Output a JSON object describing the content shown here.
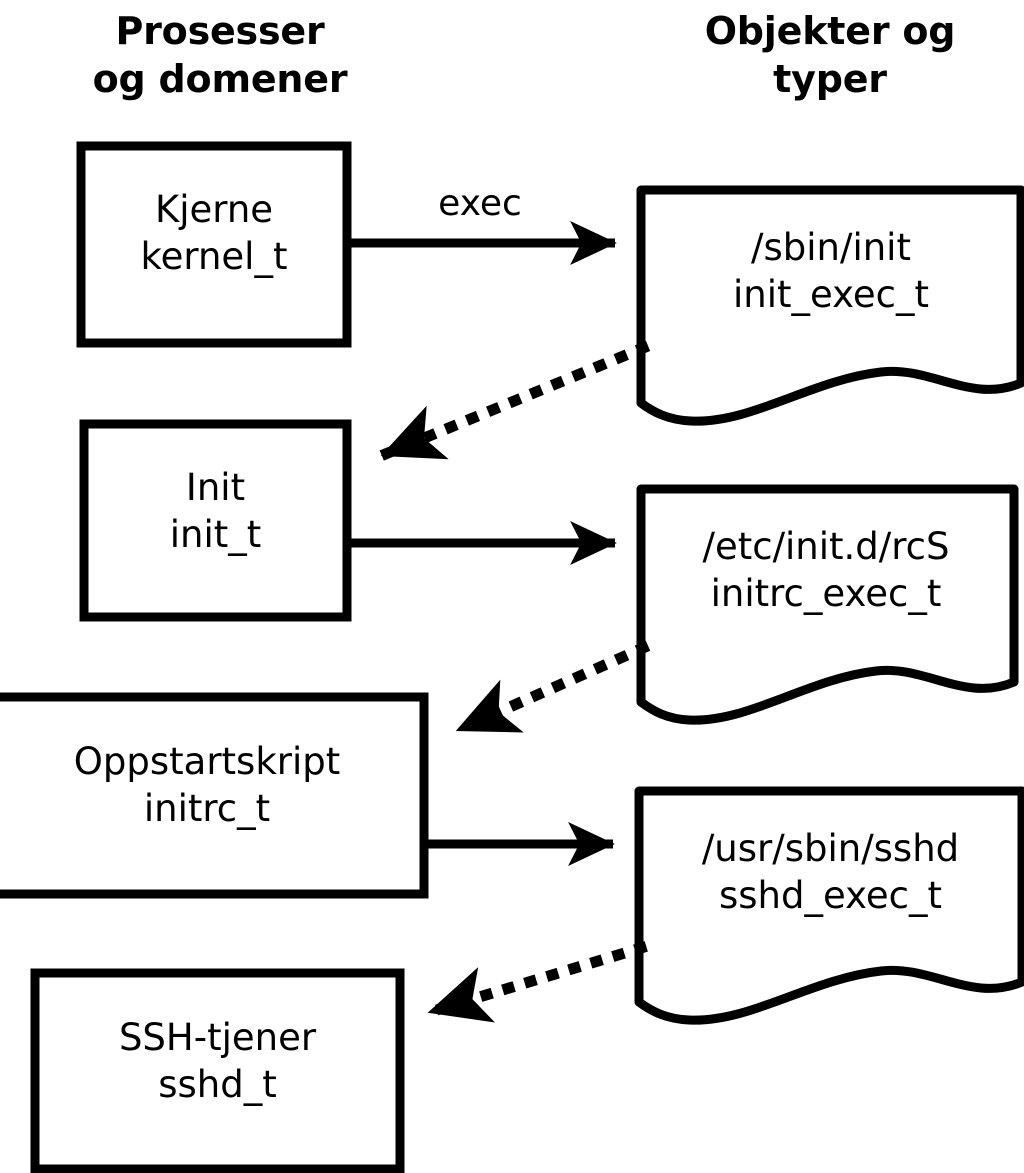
{
  "diagram": {
    "title_left": "Prosesser\nog domener",
    "title_right": "Objekter og\ntyper",
    "stroke_color": "#000000",
    "fill_color": "#ffffff",
    "process_nodes": [
      {
        "id": "kernel",
        "name": "Kjerne",
        "type": "kernel_t",
        "text": "Kjerne\nkernel_t"
      },
      {
        "id": "init",
        "name": "Init",
        "type": "init_t",
        "text": "Init\ninit_t"
      },
      {
        "id": "initrc",
        "name": "Oppstartskript",
        "type": "initrc_t",
        "text": "Oppstartskript\ninitrc_t"
      },
      {
        "id": "sshd",
        "name": "SSH-tjener",
        "type": "sshd_t",
        "text": "SSH-tjener\nsshd_t"
      }
    ],
    "object_nodes": [
      {
        "id": "init_exec",
        "path": "/sbin/init",
        "type": "init_exec_t",
        "text": "/sbin/init\ninit_exec_t"
      },
      {
        "id": "initrc_exec",
        "path": "/etc/init.d/rcS",
        "type": "initrc_exec_t",
        "text": "/etc/init.d/rcS\ninitrc_exec_t"
      },
      {
        "id": "sshd_exec",
        "path": "/usr/sbin/sshd",
        "type": "sshd_exec_t",
        "text": "/usr/sbin/sshd\nsshd_exec_t"
      }
    ],
    "edges": [
      {
        "id": "e1",
        "from": "kernel",
        "to": "init_exec",
        "label": "exec",
        "style": "solid"
      },
      {
        "id": "e2",
        "from": "init_exec",
        "to": "init",
        "label": "",
        "style": "dotted"
      },
      {
        "id": "e3",
        "from": "init",
        "to": "initrc_exec",
        "label": "",
        "style": "solid"
      },
      {
        "id": "e4",
        "from": "initrc_exec",
        "to": "initrc",
        "label": "",
        "style": "dotted"
      },
      {
        "id": "e5",
        "from": "initrc",
        "to": "sshd_exec",
        "label": "",
        "style": "solid"
      },
      {
        "id": "e6",
        "from": "sshd_exec",
        "to": "sshd",
        "label": "",
        "style": "dotted"
      }
    ]
  }
}
